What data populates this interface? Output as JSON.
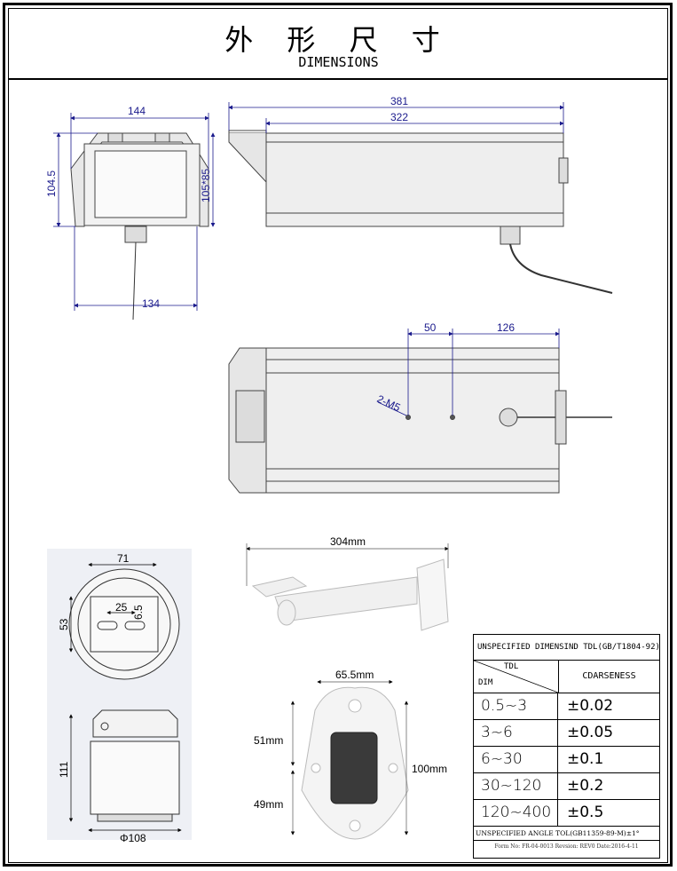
{
  "title": {
    "zh": "外 形 尺 寸",
    "en": "DIMENSIONS"
  },
  "front_view": {
    "width_top": "144",
    "height_left": "104.5",
    "height_right": "105*85",
    "bottom_width": "134"
  },
  "side_view": {
    "total_length": "381",
    "body_length": "322"
  },
  "bottom_view": {
    "offset_a": "50",
    "offset_b": "126",
    "thread": "2-M5"
  },
  "mount_base": {
    "width": "71",
    "height": "53",
    "slot_spacing": "25",
    "slot_width": "6.5",
    "total_height": "111",
    "diameter": "Φ108"
  },
  "bracket": {
    "length": "304mm",
    "plate_width": "65.5mm",
    "plate_height": "100mm",
    "upper": "51mm",
    "lower": "49mm"
  },
  "tolerance_table": {
    "header": "UNSPECIFIED DIMENSIND TDL(GB/T1804-92)",
    "col_tol": "TDL",
    "col_dim": "DIM",
    "col_coarse": "CDARSENESS",
    "rows": [
      {
        "range": "0.5~3",
        "tol": "±0.02"
      },
      {
        "range": "3~6",
        "tol": "±0.05"
      },
      {
        "range": "6~30",
        "tol": "±0.1"
      },
      {
        "range": "30~120",
        "tol": "±0.2"
      },
      {
        "range": "120~400",
        "tol": "±0.5"
      }
    ],
    "angle_note": "UNSPECIFIED ANGLE TOL(GB11359-89-M)±1°",
    "form_no": "Form No: FR-04-0013 Revsion: REV0 Date:2016-4-11"
  }
}
